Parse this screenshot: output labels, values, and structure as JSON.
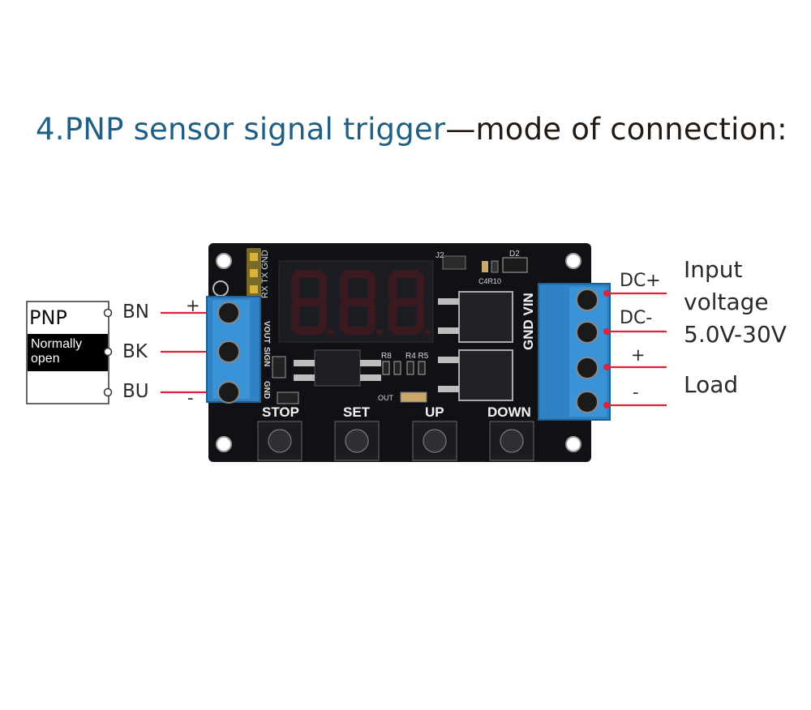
{
  "title": {
    "part1": "4.PNP sensor signal trigger",
    "part2": "—mode of connection:"
  },
  "sensor": {
    "type": "PNP",
    "subtitle_line1": "Normally",
    "subtitle_line2": "open",
    "wires": [
      "BN",
      "BK",
      "BU"
    ]
  },
  "input_terminal": {
    "plus": "+",
    "minus": "-",
    "pins": [
      "VOUT",
      "SIGN",
      "GND"
    ]
  },
  "output_terminal": {
    "dc_plus": "DC+",
    "dc_minus": "DC-",
    "load_plus": "+",
    "load_minus": "-",
    "input_voltage_label_1": "Input",
    "input_voltage_label_2": "voltage",
    "input_voltage_range": "5.0V-30V",
    "load_label": "Load"
  },
  "board": {
    "header_pins": "RX TX GND",
    "display": "8.8.8.",
    "vin_label": "GND VIN",
    "buttons": [
      "STOP",
      "SET",
      "UP",
      "DOWN"
    ],
    "silkscreen": {
      "j2": "J2",
      "d2": "D2",
      "c4r10": "C4R10",
      "r8": "R8",
      "r4r5": "R4 R5",
      "out": "OUT"
    }
  },
  "colors": {
    "title_blue": "#1f5f86",
    "wire_red": "#e0223a",
    "terminal_blue": "#2f83c4",
    "pcb": "#0f1114"
  }
}
